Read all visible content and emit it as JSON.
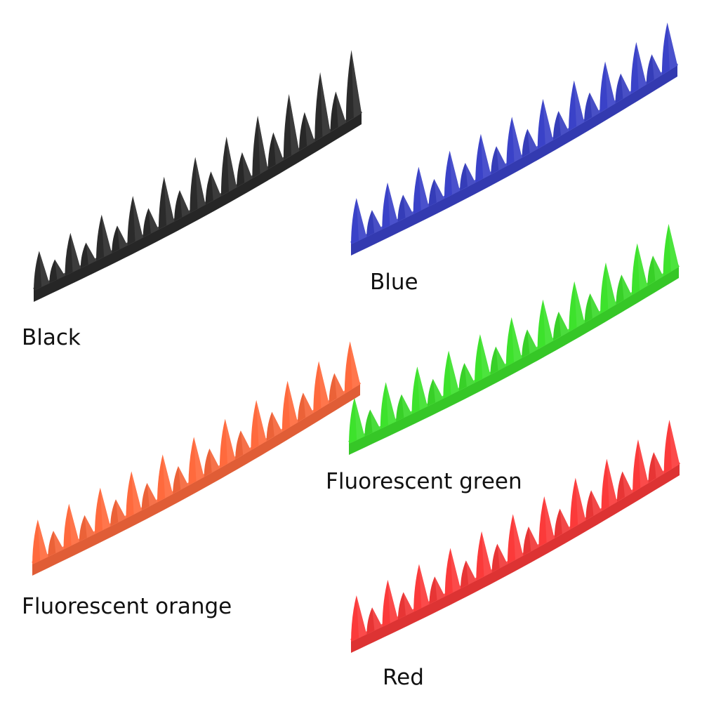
{
  "products": [
    {
      "key": "black",
      "label": "Black",
      "color": "#2b2b2b"
    },
    {
      "key": "blue",
      "label": "Blue",
      "color": "#3a42c8"
    },
    {
      "key": "green",
      "label": "Fluorescent green",
      "color": "#3de22c"
    },
    {
      "key": "orange",
      "label": "Fluorescent orange",
      "color": "#ff6a3d"
    },
    {
      "key": "red",
      "label": "Red",
      "color": "#fb3a3a"
    }
  ]
}
